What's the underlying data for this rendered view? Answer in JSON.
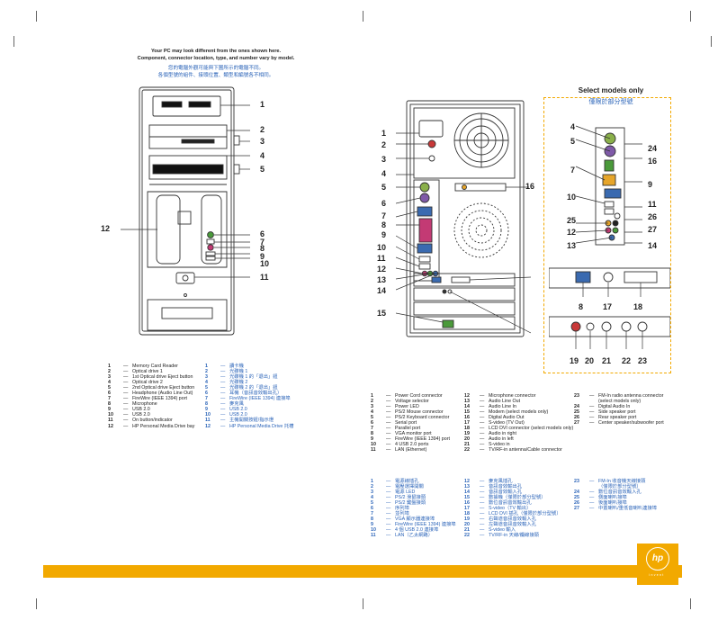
{
  "note": {
    "en1": "Your PC may look different from the ones shown here.",
    "en2": "Component, connector location, type, and number vary by model.",
    "cn1": "您的電腦外觀可能與下圖所示的電腦不同。",
    "cn2": "各個型號的組件、接頭位置、類型和編號各不相同。"
  },
  "select_models": {
    "title": "Select models only",
    "subtitle": "僅限於部分型號"
  },
  "front_callouts": [
    "1",
    "2",
    "3",
    "4",
    "5",
    "6",
    "7",
    "8",
    "9",
    "10",
    "11",
    "12"
  ],
  "back_callouts": [
    "1",
    "2",
    "3",
    "4",
    "5",
    "6",
    "7",
    "8",
    "9",
    "10",
    "11",
    "12",
    "13",
    "14",
    "15",
    "16"
  ],
  "select_callouts": [
    "4",
    "5",
    "24",
    "16",
    "7",
    "9",
    "10",
    "11",
    "26",
    "25",
    "27",
    "12",
    "13",
    "14",
    "8",
    "17",
    "18",
    "19",
    "20",
    "21",
    "22",
    "23"
  ],
  "front_legend_en": [
    {
      "n": "1",
      "t": "Memory Card Reader"
    },
    {
      "n": "2",
      "t": "Optical drive 1"
    },
    {
      "n": "3",
      "t": "1st Optical drive Eject button"
    },
    {
      "n": "4",
      "t": "Optical drive 2"
    },
    {
      "n": "5",
      "t": "2nd Optical drive Eject button"
    },
    {
      "n": "6",
      "t": "Headphone (Audio Line Out)"
    },
    {
      "n": "7",
      "t": "FireWire (IEEE 1394) port"
    },
    {
      "n": "8",
      "t": "Microphone"
    },
    {
      "n": "9",
      "t": "USB 2.0"
    },
    {
      "n": "10",
      "t": "USB 2.0"
    },
    {
      "n": "11",
      "t": "On button/indicator"
    },
    {
      "n": "12",
      "t": "HP Personal Media Drive bay"
    }
  ],
  "front_legend_cn": [
    {
      "n": "1",
      "t": "讀卡機"
    },
    {
      "n": "2",
      "t": "光碟機 1"
    },
    {
      "n": "3",
      "t": "光碟機 1 的「退出」鈕"
    },
    {
      "n": "4",
      "t": "光碟機 2"
    },
    {
      "n": "5",
      "t": "光碟機 2 的「退出」鈕"
    },
    {
      "n": "6",
      "t": "耳機（音訊音效輸出孔）"
    },
    {
      "n": "7",
      "t": "FireWire (IEEE 1394) 連接埠"
    },
    {
      "n": "8",
      "t": "麥克風"
    },
    {
      "n": "9",
      "t": "USB 2.0"
    },
    {
      "n": "10",
      "t": "USB 2.0"
    },
    {
      "n": "11",
      "t": "主機開關按鈕/指示燈"
    },
    {
      "n": "12",
      "t": "HP Personal Media Drive 托槽"
    }
  ],
  "back_legend_en_1": [
    {
      "n": "1",
      "t": "Power Cord connector"
    },
    {
      "n": "2",
      "t": "Voltage selector"
    },
    {
      "n": "3",
      "t": "Power LED"
    },
    {
      "n": "4",
      "t": "PS/2 Mouse connector"
    },
    {
      "n": "5",
      "t": "PS/2 Keyboard connector"
    },
    {
      "n": "6",
      "t": "Serial port"
    },
    {
      "n": "7",
      "t": "Parallel port"
    },
    {
      "n": "8",
      "t": "VGA monitor port"
    },
    {
      "n": "9",
      "t": "FireWire (IEEE 1394) port"
    },
    {
      "n": "10",
      "t": "4 USB 2.0 ports"
    },
    {
      "n": "11",
      "t": "LAN (Ethernet)"
    }
  ],
  "back_legend_en_2": [
    {
      "n": "12",
      "t": "Microphone connector"
    },
    {
      "n": "13",
      "t": "Audio Line Out"
    },
    {
      "n": "14",
      "t": "Audio Line In"
    },
    {
      "n": "15",
      "t": "Modem (select models only)"
    },
    {
      "n": "16",
      "t": "Digital Audio Out"
    },
    {
      "n": "17",
      "t": "S-video (TV Out)"
    },
    {
      "n": "18",
      "t": "LCD DVI connector (select models only)"
    },
    {
      "n": "19",
      "t": "Audio in right"
    },
    {
      "n": "20",
      "t": "Audio in left"
    },
    {
      "n": "21",
      "t": "S-video in"
    },
    {
      "n": "22",
      "t": "TV/RF-in antenna/Cable connector"
    }
  ],
  "back_legend_en_3": [
    {
      "n": "23",
      "t": "FM-In radio antenna connector"
    },
    {
      "n": "",
      "t": "(select models only)"
    },
    {
      "n": "24",
      "t": "Digital Audio In"
    },
    {
      "n": "25",
      "t": "Side speaker port"
    },
    {
      "n": "26",
      "t": "Rear speaker port"
    },
    {
      "n": "27",
      "t": "Center speaker/subwoofer port"
    }
  ],
  "back_legend_cn_1": [
    {
      "n": "1",
      "t": "電源線插孔"
    },
    {
      "n": "2",
      "t": "電壓選擇開關"
    },
    {
      "n": "3",
      "t": "電源 LED"
    },
    {
      "n": "4",
      "t": "PS/2 滑鼠接頭"
    },
    {
      "n": "5",
      "t": "PS/2 鍵盤接頭"
    },
    {
      "n": "6",
      "t": "序列埠"
    },
    {
      "n": "7",
      "t": "並列埠"
    },
    {
      "n": "8",
      "t": "VGA 顯示器連接埠"
    },
    {
      "n": "9",
      "t": "FireWire (IEEE 1394) 連接埠"
    },
    {
      "n": "10",
      "t": "4 個 USB 2.0 連接埠"
    },
    {
      "n": "11",
      "t": "LAN（乙太網路）"
    }
  ],
  "back_legend_cn_2": [
    {
      "n": "12",
      "t": "麥克風插孔"
    },
    {
      "n": "13",
      "t": "音訊音效輸出孔"
    },
    {
      "n": "14",
      "t": "音訊音效輸入孔"
    },
    {
      "n": "15",
      "t": "數據機（僅限於部分型號）"
    },
    {
      "n": "16",
      "t": "數位音訊音效輸出孔"
    },
    {
      "n": "17",
      "t": "S-video（TV 輸出）"
    },
    {
      "n": "18",
      "t": "LCD DVI 插孔（僅限於部分型號）"
    },
    {
      "n": "19",
      "t": "右聲道音訊音效輸入孔"
    },
    {
      "n": "20",
      "t": "左聲道音訊音效輸入孔"
    },
    {
      "n": "21",
      "t": "S-video 輸入"
    },
    {
      "n": "22",
      "t": "TV/RF-in 天線/纜線接頭"
    }
  ],
  "back_legend_cn_3": [
    {
      "n": "23",
      "t": "FM-In 收音機天線接頭"
    },
    {
      "n": "",
      "t": "（僅限於部分型號）"
    },
    {
      "n": "24",
      "t": "數位音訊音效輸入孔"
    },
    {
      "n": "25",
      "t": "側面喇叭接埠"
    },
    {
      "n": "26",
      "t": "後面喇叭接埠"
    },
    {
      "n": "27",
      "t": "中置喇叭/重低音喇叭連接埠"
    }
  ],
  "logo": {
    "mark": "hp",
    "word": "invent"
  },
  "colors": {
    "accent": "#f2a900",
    "chinese_text": "#2a63b8",
    "line": "#333333"
  }
}
